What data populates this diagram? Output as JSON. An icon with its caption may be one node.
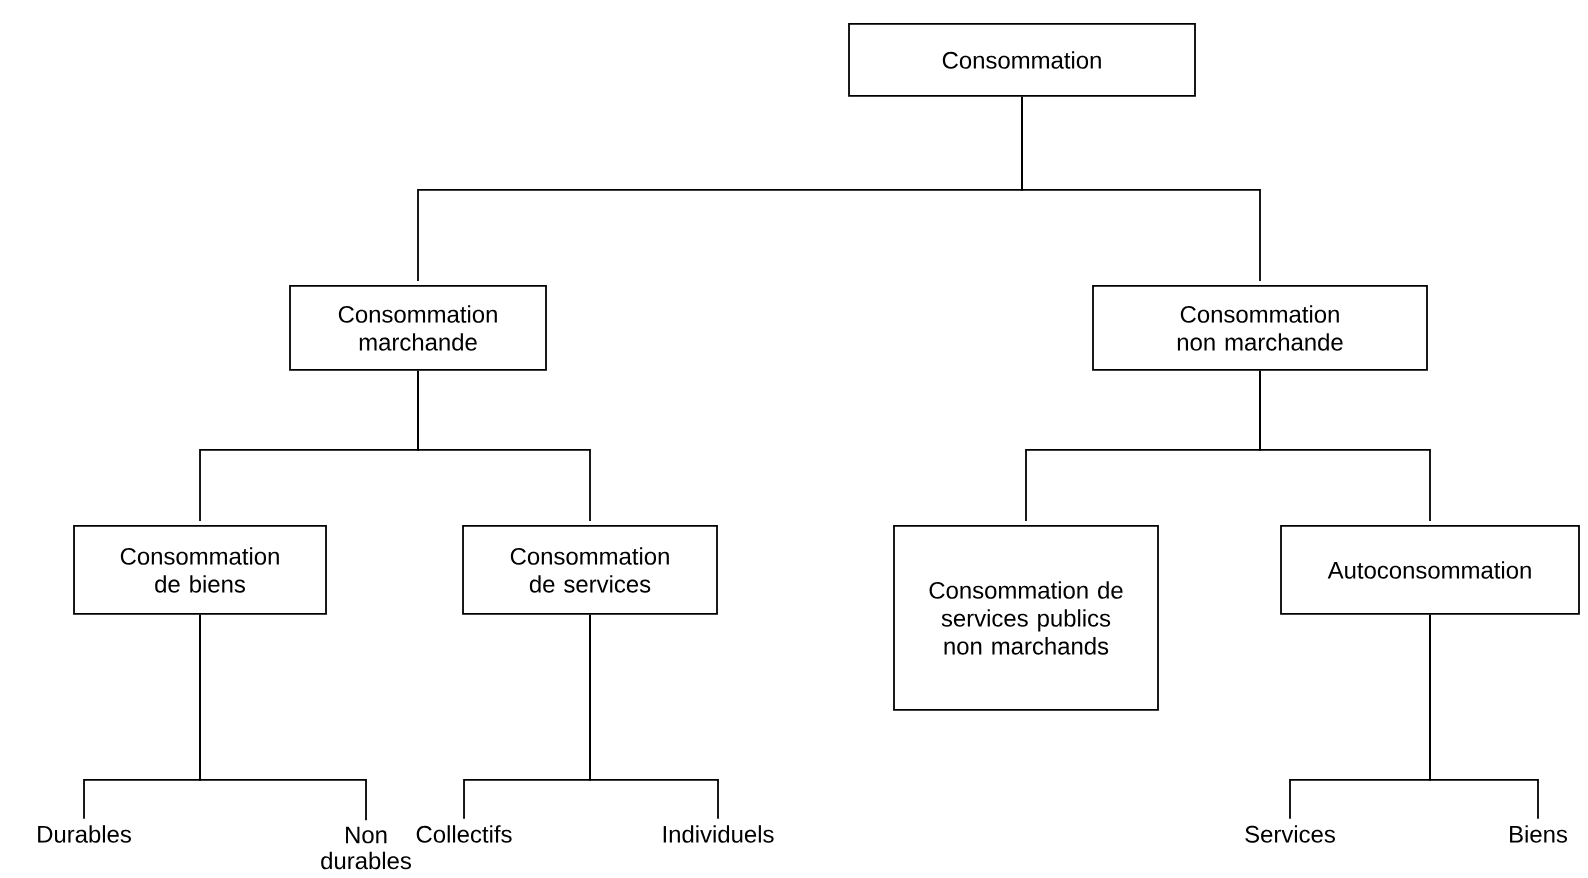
{
  "diagram": {
    "nodes": [
      {
        "text": [
          "Consommation"
        ]
      },
      {
        "text": [
          "Consommation marchande"
        ]
      },
      {
        "text": [
          "Consommation non marchande"
        ]
      },
      {
        "text": [
          "Consommation de biens"
        ]
      },
      {
        "text": [
          "Consommation de services"
        ]
      },
      {
        "text": [
          "Consommation de services publics non marchands"
        ]
      },
      {
        "text": [
          "Autoconsommation"
        ]
      },
      {
        "text": [
          "Durables"
        ]
      },
      {
        "text": [
          "Non durables"
        ]
      },
      {
        "text": [
          "Collectifs"
        ]
      },
      {
        "text": [
          "Individuels"
        ]
      },
      {
        "text": [
          "Services"
        ]
      },
      {
        "text": [
          "Biens"
        ]
      }
    ],
    "edges": [
      {
        "from": 0,
        "to": 1,
        "arrow": "none"
      },
      {
        "from": 0,
        "to": 2,
        "arrow": "none"
      },
      {
        "from": 1,
        "to": 3,
        "arrow": "none"
      },
      {
        "from": 1,
        "to": 4,
        "arrow": "none"
      },
      {
        "from": 2,
        "to": 5,
        "arrow": "none"
      },
      {
        "from": 2,
        "to": 6,
        "arrow": "none"
      },
      {
        "from": 3,
        "to": 7,
        "arrow": "none"
      },
      {
        "from": 3,
        "to": 8,
        "arrow": "none"
      },
      {
        "from": 4,
        "to": 9,
        "arrow": "none"
      },
      {
        "from": 4,
        "to": 10,
        "arrow": "none"
      },
      {
        "from": 6,
        "to": 11,
        "arrow": "none"
      },
      {
        "from": 6,
        "to": 12,
        "arrow": "none"
      }
    ]
  }
}
